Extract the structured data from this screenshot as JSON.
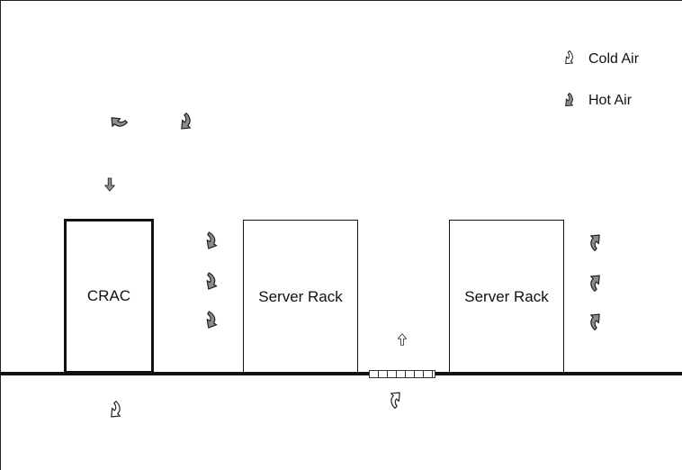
{
  "legend": {
    "cold_label": "Cold Air",
    "hot_label": "Hot Air"
  },
  "units": {
    "crac_label": "CRAC",
    "rack1_label": "Server Rack",
    "rack2_label": "Server Rack"
  },
  "colors": {
    "cold_air": "#ffffff",
    "hot_air": "#8c8c8c",
    "outline": "#222222"
  }
}
